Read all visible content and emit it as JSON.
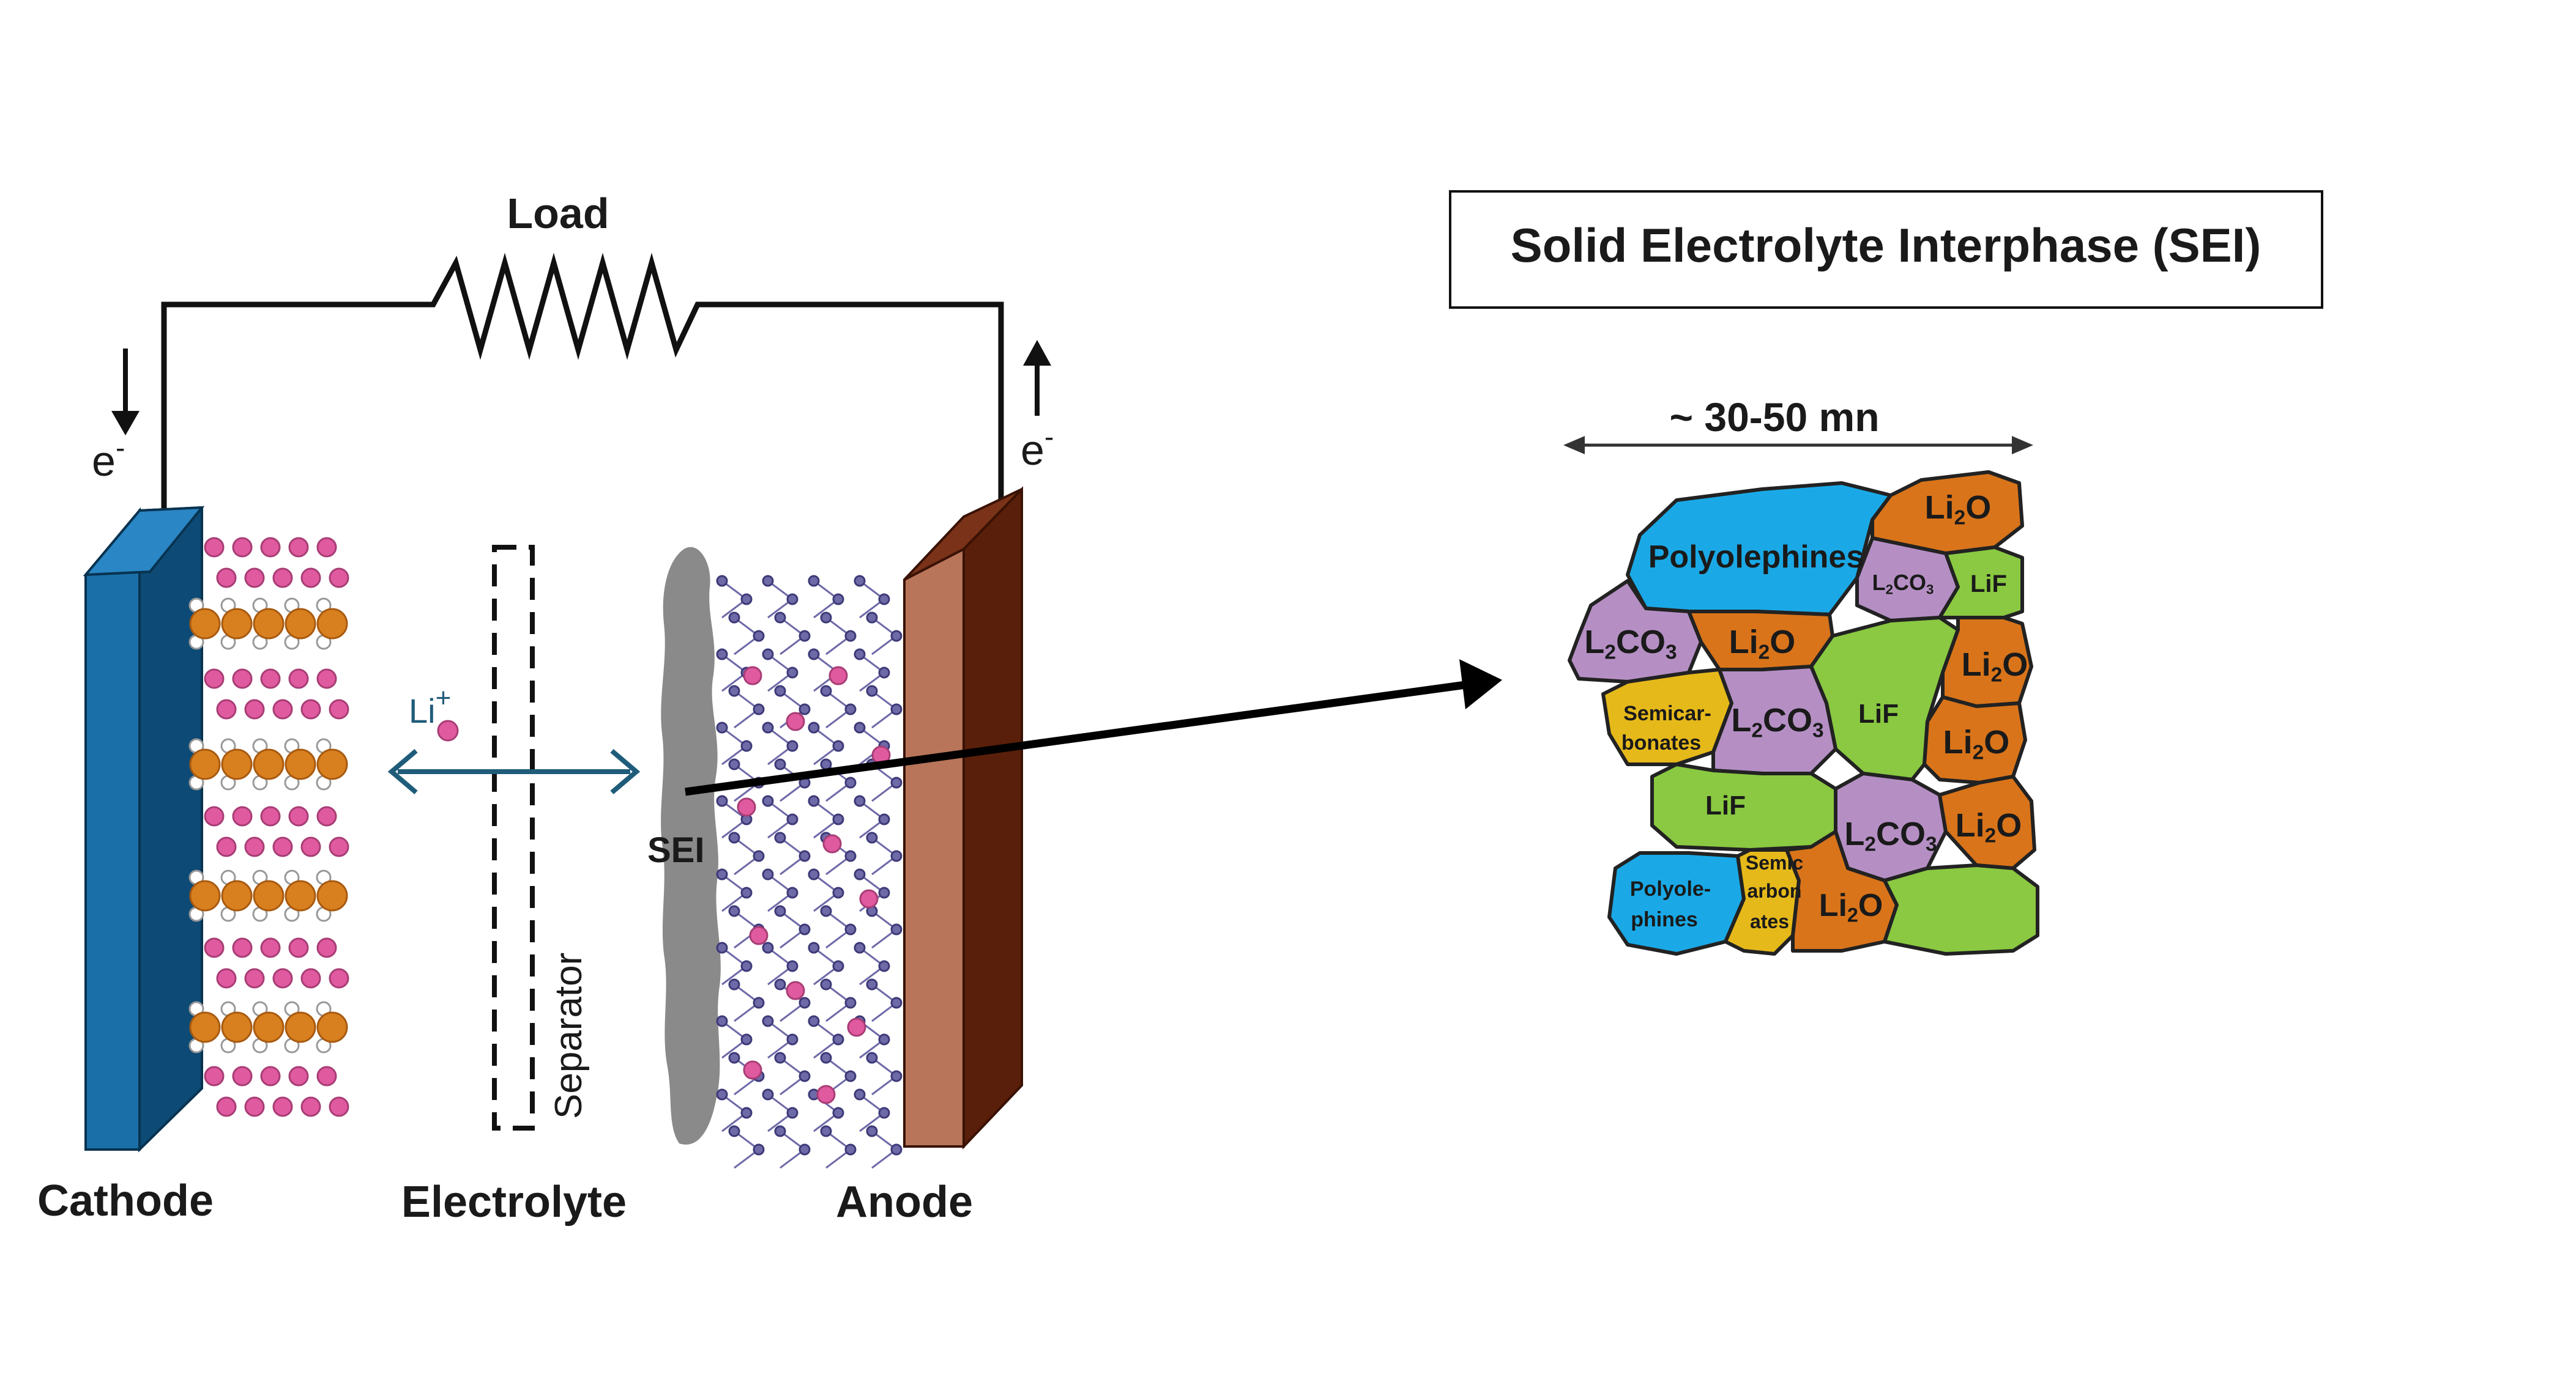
{
  "circuit": {
    "load_label": "Load",
    "electron_left": "e",
    "electron_right": "e",
    "electron_sup": "-"
  },
  "labels": {
    "cathode": "Cathode",
    "electrolyte": "Electrolyte",
    "anode": "Anode",
    "separator": "Separator",
    "sei": "SEI",
    "li_ion": "Li",
    "li_sup": "+"
  },
  "panel": {
    "title": "Solid Electrolyte Interphase (SEI)",
    "thickness": "~ 30-50 mn"
  },
  "grains": {
    "g_poly1": "Polyolephines",
    "g_li2o_1": "Li2O",
    "g_l2co3_small": "L2CO3",
    "g_lif_1": "LiF",
    "g_l2co3_1": "L2CO3",
    "g_li2o_2": "Li2O",
    "g_li2o_3": "Li2O",
    "g_semi1a": "Semicar-",
    "g_semi1b": "bonates",
    "g_l2co3_2": "L2CO3",
    "g_lif_2": "LiF",
    "g_li2o_4": "Li2O",
    "g_lif_3": "LiF",
    "g_l2co3_3": "L2CO3",
    "g_li2o_5": "Li2O",
    "g_poly2a": "Polyole-",
    "g_poly2b": "phines",
    "g_semi2a": "Semic",
    "g_semi2b": "arbon",
    "g_semi2c": "ates",
    "g_li2o_6": "Li2O"
  },
  "colors": {
    "cathode_front": "#1a6fa8",
    "cathode_side": "#0d4a75",
    "anode_front": "#b8755a",
    "anode_side": "#5a1f0a",
    "li_ion": "#e05aa0",
    "orange_atom": "#d8801f",
    "graphite": "#6e6aa8",
    "sei_gray": "#8a8a8a",
    "arrow_teal": "#1f5c7a",
    "polyolephines": "#1aa9e6",
    "li2o": "#d9741a",
    "l2co3": "#b58fc4",
    "lif": "#8ac941",
    "semicarbonates": "#e6b91a"
  }
}
